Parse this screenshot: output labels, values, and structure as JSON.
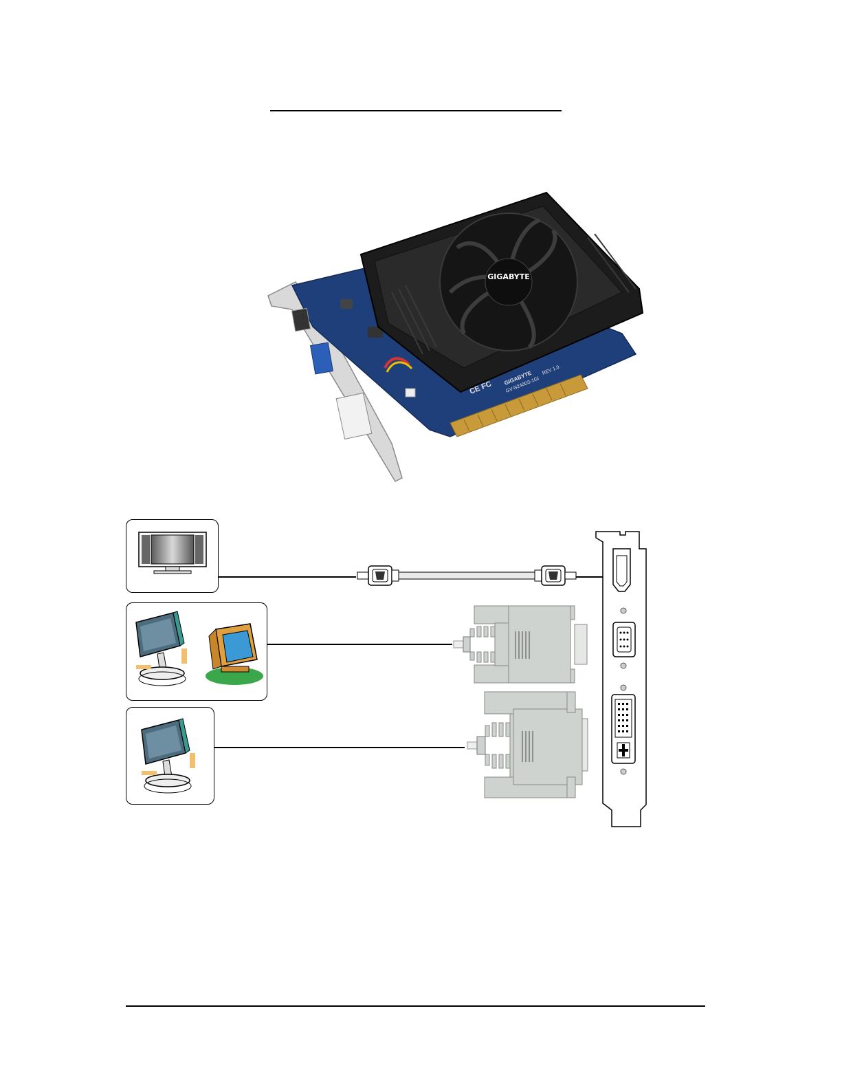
{
  "page": {
    "title_underline": true,
    "footer_rule": true
  },
  "product_photo": {
    "brand_logo_text": "GIGABYTE",
    "pcb_label_brand": "GIGABYTE",
    "pcb_label_model": "GV-N240D3-1GI",
    "pcb_label_rev": "REV 1.0",
    "pcb_marks": "CE FC"
  },
  "connection_diagram": {
    "rows": [
      {
        "display": "hdtv-monitor-icon",
        "cable": "hdmi-cable",
        "port": "hdmi-port"
      },
      {
        "display": "lcd-and-crt-monitor-icons",
        "cable": "d-sub-cable",
        "port": "vga-port"
      },
      {
        "display": "lcd-monitor-icon",
        "cable": "dvi-cable",
        "port": "dvi-i-port"
      }
    ],
    "colors": {
      "pcb_blue": "#1f3f7a",
      "cooler_black": "#1c1c1c",
      "connector_gray": "#cfd3d0",
      "crt_orange": "#e0a040",
      "lcd_teal": "#3a9a90"
    }
  }
}
